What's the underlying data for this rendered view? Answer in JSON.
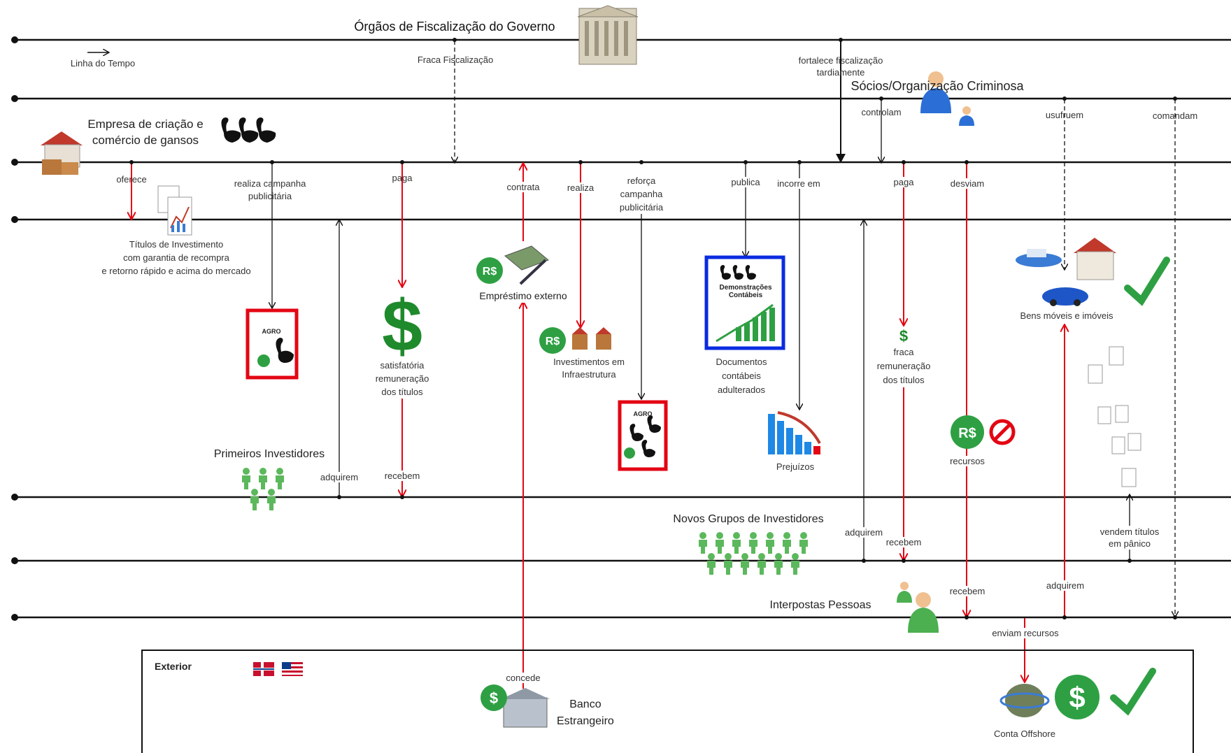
{
  "title": "Órgãos de Fiscalização do Governo",
  "timeline_label": "Linha do Tempo",
  "actors": {
    "government": "Órgãos de Fiscalização do Governo",
    "criminal_org": "Sócios/Organização Criminosa",
    "company": "Empresa de criação e\ncomércio de gansos",
    "first_investors": "Primeiros Investidores",
    "new_investors": "Novos Grupos de Investidores",
    "proxies": "Interpostas  Pessoas",
    "exterior": "Exterior",
    "foreign_bank": "Banco\nEstrangeiro",
    "offshore": "Conta Offshore"
  },
  "items": {
    "titles": "Títulos de Investimento\ncom garantia de recompra\ne retorno rápido e acima do mercado",
    "satisfactory": "satisfatória\nremuneração\ndos títulos",
    "external_loan": "Empréstimo externo",
    "infrastructure": "Investimentos em\nInfraestrutura",
    "documents": "Documentos\ncontábeis\nadulterados",
    "doc_title": "Demonstrações\nContábeis",
    "losses": "Prejuízos",
    "weak_payment": "fraca\nremuneração\ndos títulos",
    "resources": "recursos",
    "assets": "Bens móveis e imóveis",
    "agro": "AGRO"
  },
  "edge_labels": {
    "weak_oversight": "Fraca Fiscalização",
    "strengthens": "fortalece fiscalização\ntardiamente",
    "control": "controlam",
    "enjoy": "usufruem",
    "command": "comandam",
    "offers": "oferece",
    "campaign": "realiza campanha\npublicitária",
    "pays": "paga",
    "hires": "contrata",
    "realizes": "realiza",
    "reinforces": "reforça\ncampanha\npublicitária",
    "publishes": "publica",
    "incurs": "incorre em",
    "pays2": "paga",
    "divert": "desviam",
    "acquire": "adquirem",
    "receive": "recebem",
    "acquire2": "adquirem",
    "receive2": "recebem",
    "sell_panic": "vendem títulos\nem pânico",
    "receive3": "recebem",
    "acquire3": "adquirem",
    "send_resources": "enviam recursos",
    "grants": "concede"
  },
  "icons": {
    "goose": "goose-icon",
    "money": "dollar-icon",
    "real": "real-currency-icon",
    "people": "people-icon",
    "check": "checkmark-icon",
    "forbidden": "forbidden-icon"
  },
  "colors": {
    "red_arrow": "#e30613",
    "black_line": "#111111",
    "green": "#2ea043",
    "blue_box": "#0a2be0",
    "people_green": "#5cb85c"
  }
}
